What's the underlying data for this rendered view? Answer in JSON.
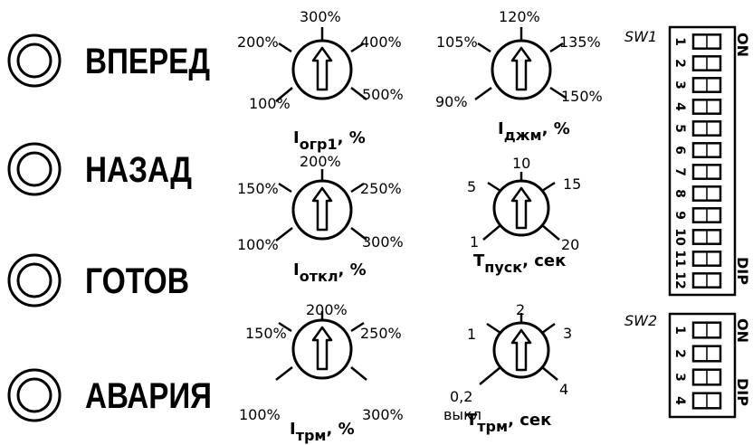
{
  "indicators": [
    {
      "label": "ВПЕРЕД"
    },
    {
      "label": "НАЗАД"
    },
    {
      "label": "ГОТОВ"
    },
    {
      "label": "АВАРИЯ"
    }
  ],
  "dials": [
    {
      "id": "i-ogr1",
      "ticks": [
        "100%",
        "200%",
        "300%",
        "400%",
        "500%"
      ],
      "caption": {
        "sym": "I",
        "sub": "огр1",
        "unit": ", %"
      }
    },
    {
      "id": "i-dzhm",
      "ticks": [
        "90%",
        "105%",
        "120%",
        "135%",
        "150%"
      ],
      "caption": {
        "sym": "I",
        "sub": "джм",
        "unit": ", %"
      }
    },
    {
      "id": "i-otkl",
      "ticks": [
        "100%",
        "150%",
        "200%",
        "250%",
        "300%"
      ],
      "caption": {
        "sym": "I",
        "sub": "откл",
        "unit": ", %"
      }
    },
    {
      "id": "t-pusk",
      "ticks": [
        "1",
        "5",
        "10",
        "15",
        "20"
      ],
      "caption": {
        "sym": "T",
        "sub": "пуск",
        "unit": ", сек"
      }
    },
    {
      "id": "i-trm",
      "ticks": [
        "100%",
        "150%",
        "200%",
        "250%",
        "300%"
      ],
      "caption": {
        "sym": "I",
        "sub": "трм",
        "unit": ", %"
      }
    },
    {
      "id": "t-trm",
      "ticks": [
        "0,2",
        "1",
        "2",
        "3",
        "4"
      ],
      "extra_label": "выкл",
      "caption": {
        "sym": "T",
        "sub": "трм",
        "unit": ", сек"
      }
    }
  ],
  "switches": {
    "sw1": {
      "title": "SW1",
      "on_label": "ON",
      "dip_label": "DIP",
      "positions": [
        "1",
        "2",
        "3",
        "4",
        "5",
        "6",
        "7",
        "8",
        "9",
        "10",
        "11",
        "12"
      ]
    },
    "sw2": {
      "title": "SW2",
      "on_label": "ON",
      "dip_label": "DIP",
      "positions": [
        "1",
        "2",
        "3",
        "4"
      ]
    }
  }
}
